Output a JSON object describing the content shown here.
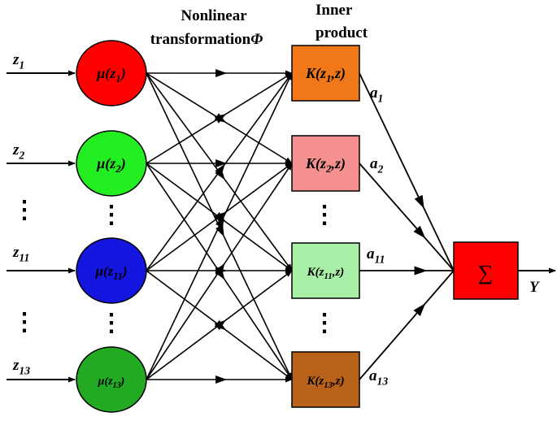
{
  "headers": {
    "nonlinear_line1": "Nonlinear",
    "nonlinear_line2": "transformation",
    "phi_symbol": "Φ",
    "inner_line1": "Inner",
    "inner_line2": "product"
  },
  "inputs": [
    {
      "base": "z",
      "sub": "1"
    },
    {
      "base": "z",
      "sub": "2"
    },
    {
      "base": "z",
      "sub": "11"
    },
    {
      "base": "z",
      "sub": "13"
    }
  ],
  "mu_nodes": [
    {
      "pre": "μ(z",
      "sub": "1",
      "post": ")",
      "color": "#ff0000"
    },
    {
      "pre": "μ(z",
      "sub": "2",
      "post": ")",
      "color": "#22ee22"
    },
    {
      "pre": "μ(z",
      "sub": "11",
      "post": ")",
      "color": "#1515e0"
    },
    {
      "pre": "μ(z",
      "sub": "13",
      "post": ")",
      "color": "#22aa22"
    }
  ],
  "kernel_nodes": [
    {
      "pre": "K(z",
      "sub": "1",
      "post": ",z)",
      "color": "#f07818"
    },
    {
      "pre": "K(z",
      "sub": "2",
      "post": ",z)",
      "color": "#f59090"
    },
    {
      "pre": "K(z",
      "sub": "11",
      "post": ",z)",
      "color": "#a8f0a8"
    },
    {
      "pre": "K(z",
      "sub": "13",
      "post": ",z)",
      "color": "#b8621a"
    }
  ],
  "weights": [
    {
      "base": "a",
      "sub": "1"
    },
    {
      "base": "a",
      "sub": "2"
    },
    {
      "base": "a",
      "sub": "11"
    },
    {
      "base": "a",
      "sub": "13"
    }
  ],
  "sum_node": {
    "symbol": "∑",
    "color": "#ff0000"
  },
  "output": {
    "label": "Y"
  },
  "ellipsis": "⋮"
}
